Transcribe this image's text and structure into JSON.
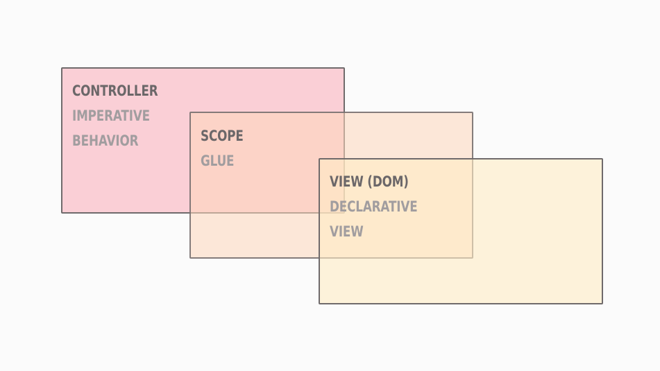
{
  "boxes": {
    "controller": {
      "title": "CONTROLLER",
      "line1": "IMPERATIVE",
      "line2": "BEHAVIOR"
    },
    "scope": {
      "title": "SCOPE",
      "line1": "GLUE"
    },
    "view": {
      "title": "VIEW (DOM)",
      "line1": "DECLARATIVE",
      "line2": "VIEW"
    }
  },
  "colors": {
    "controller_fill": "#f9b3bf",
    "scope_fill": "#fdd7bc",
    "view_fill": "#ffecc4",
    "border": "#6f6a6b",
    "title_text": "#6b6769",
    "sub_text": "#a19d9f"
  }
}
